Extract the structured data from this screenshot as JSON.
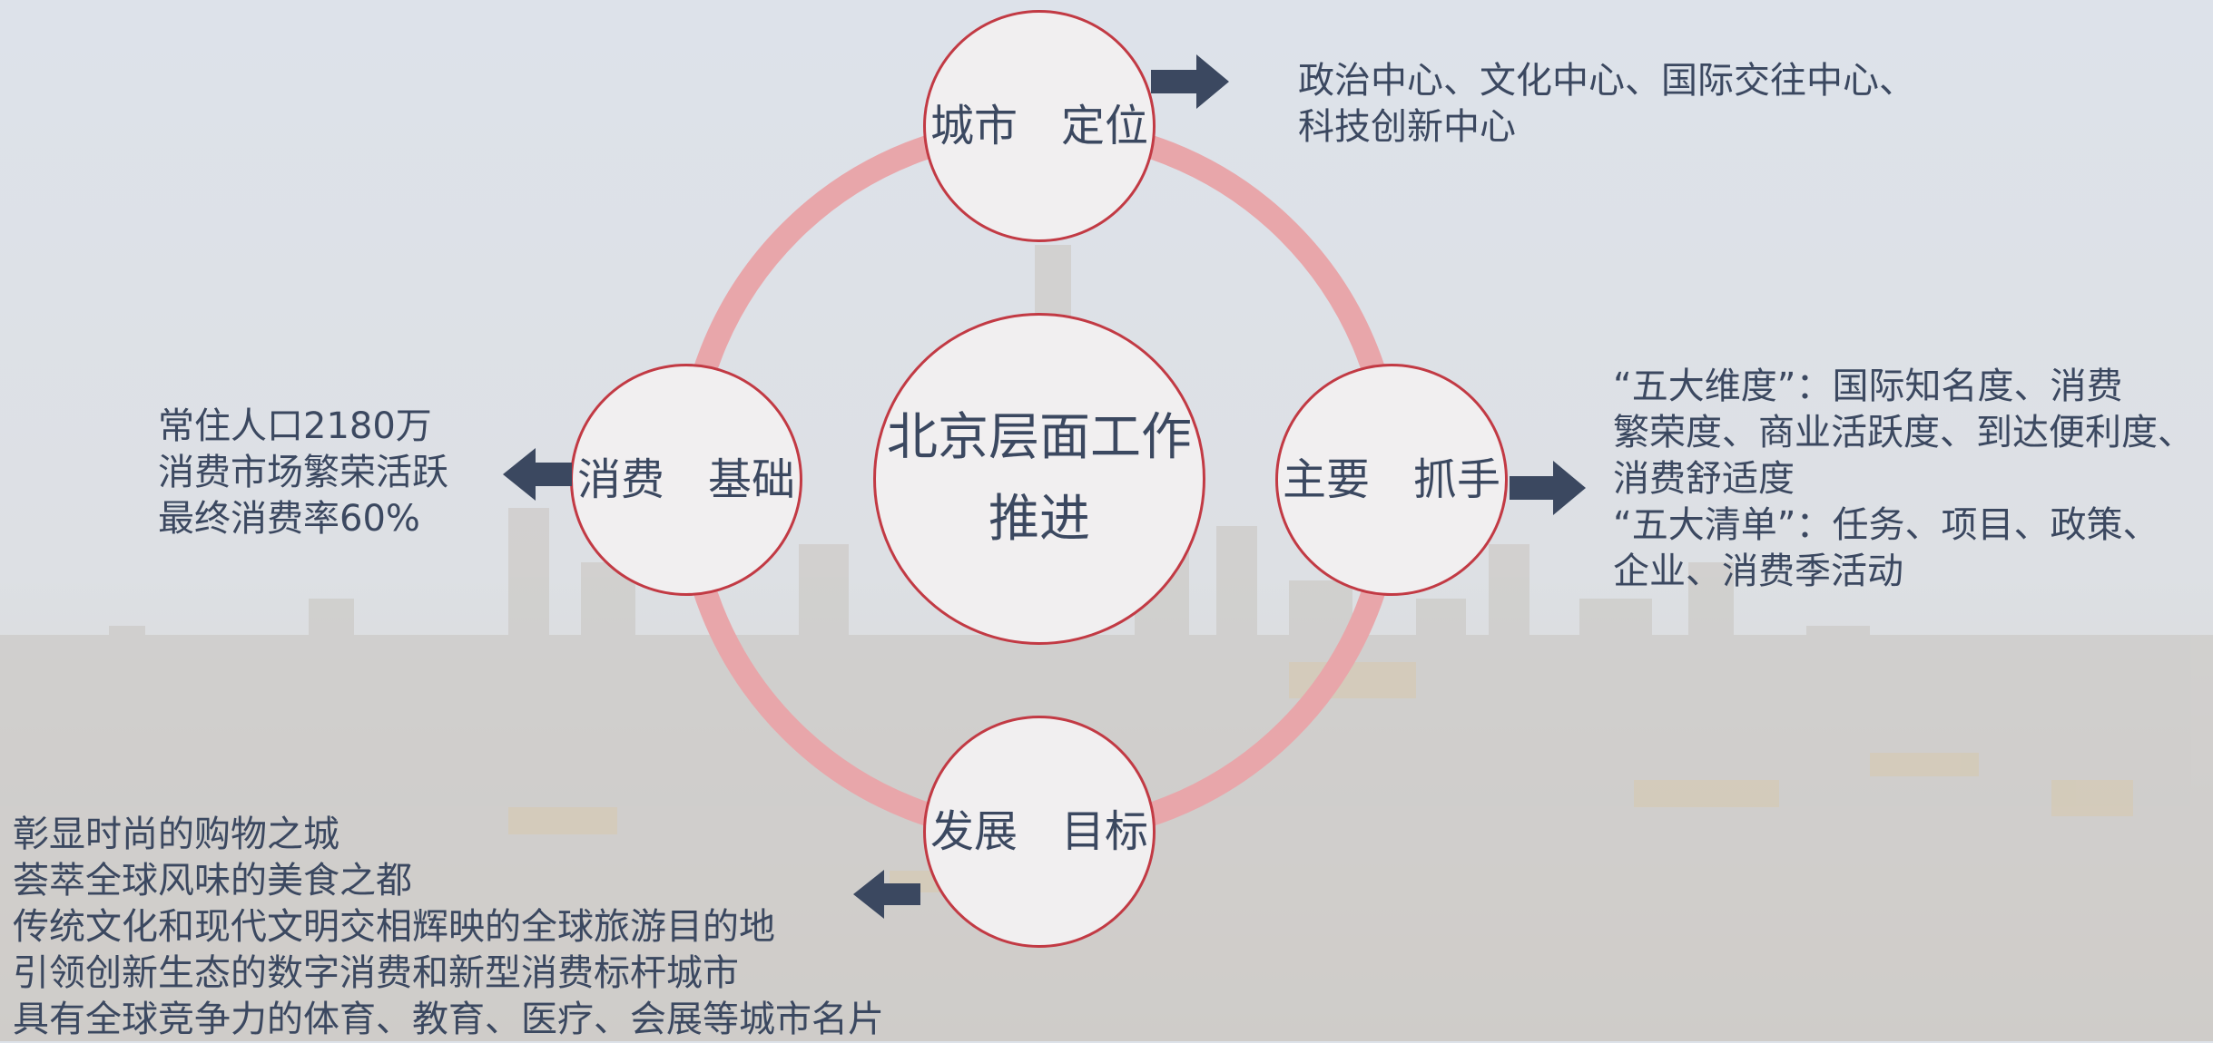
{
  "colors": {
    "ring": "#e8a6aa",
    "node_border": "#c23a44",
    "node_fill": "#f1eff0",
    "text": "#3b4860",
    "arrow": "#3b4860"
  },
  "center": {
    "line1": "北京层面工作",
    "line2": "推进"
  },
  "nodes": {
    "top": "城市　定位",
    "right": "主要　抓手",
    "bottom": "发展　目标",
    "left": "消费　基础"
  },
  "texts": {
    "top": [
      "政治中心、文化中心、国际交往中心、",
      "科技创新中心"
    ],
    "right": [
      "“五大维度”：国际知名度、消费",
      "繁荣度、商业活跃度、到达便利度、",
      "消费舒适度",
      "“五大清单”：任务、项目、政策、",
      "企业、消费季活动"
    ],
    "left": [
      "常住人口2180万",
      "消费市场繁荣活跃",
      "最终消费率60%"
    ],
    "bottom": [
      "彰显时尚的购物之城",
      "荟萃全球风味的美食之都",
      "传统文化和现代文明交相辉映的全球旅游目的地",
      "引领创新生态的数字消费和新型消费标杆城市",
      "具有全球竞争力的体育、教育、医疗、会展等城市名片"
    ]
  }
}
